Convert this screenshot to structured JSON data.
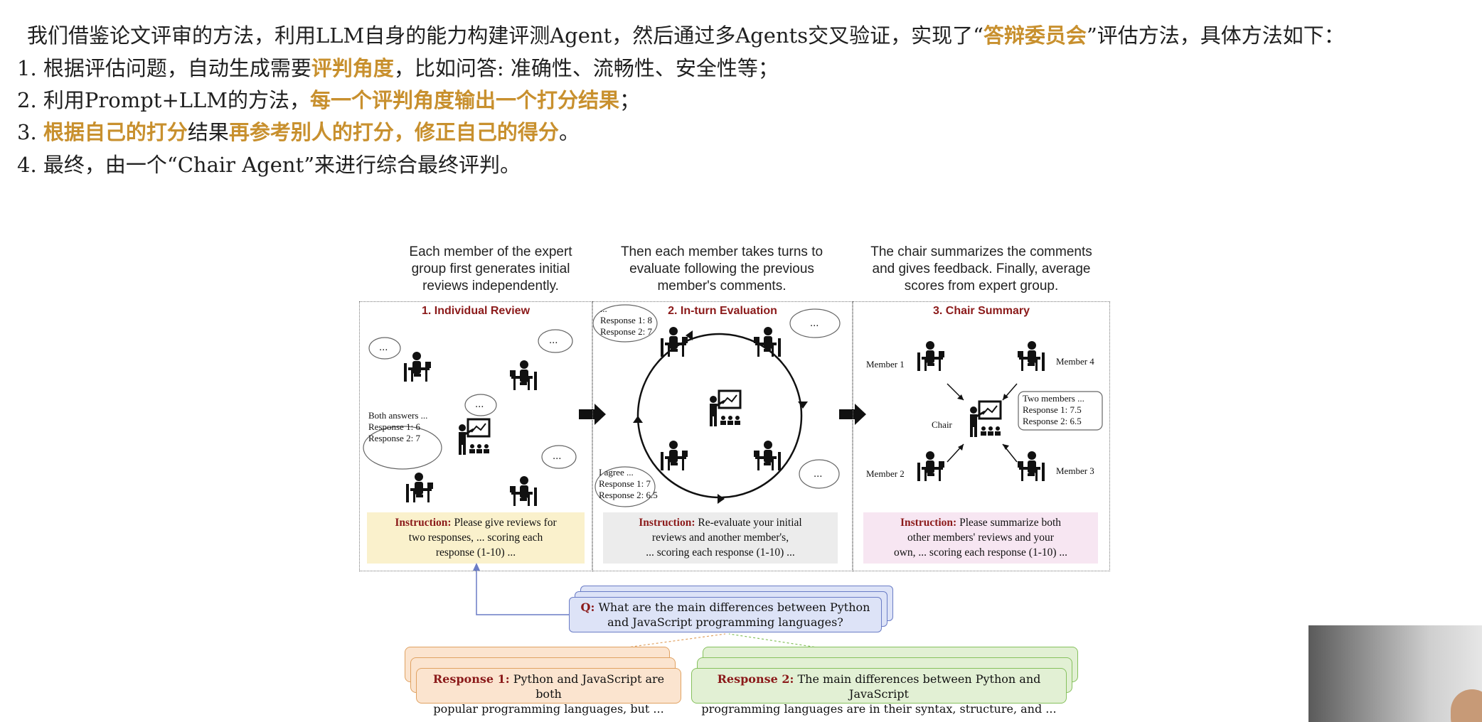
{
  "intro": {
    "line0": {
      "a": "我们借鉴论文评审的方法，利用LLM自身的能力构建评测Agent，然后通过多Agents交叉验证，实现了“",
      "b": "答辩委员会",
      "c": "”评估方法，具体方法如下："
    },
    "line1": {
      "a": "1. 根据评估问题，自动生成需要",
      "b": "评判角度",
      "c": "，比如问答: 准确性、流畅性、安全性等；"
    },
    "line2": {
      "a": "2. 利用Prompt+LLM的方法，",
      "b": "每一个评判角度输出一个打分结果",
      "c": "；"
    },
    "line3": {
      "a": "3. ",
      "b": "根据自己的打分",
      "c": "结果",
      "d": "再参考别人的打分，修正自己的得分",
      "e": "。"
    },
    "line4": {
      "a": "4. 最终，由一个“Chair Agent”来进行综合最终评判。"
    }
  },
  "captions": {
    "c1": [
      "Each member of the expert",
      "group first generates initial",
      "reviews independently."
    ],
    "c2": [
      "Then each member takes turns to",
      "evaluate following the previous",
      "member's comments."
    ],
    "c3": [
      "The chair summarizes the comments",
      "and gives feedback. Finally, average",
      "scores from expert group."
    ]
  },
  "panels": {
    "p1": {
      "title": "1. Individual Review",
      "bubble": "...",
      "answers": [
        "Both answers ...",
        "Response 1: 6",
        "Response 2: 7"
      ],
      "instruction_label": "Instruction:",
      "instruction": [
        "Please give reviews for",
        "two responses, ... scoring each",
        "response (1-10) ..."
      ]
    },
    "p2": {
      "title": "2. In-turn Evaluation",
      "top_note": [
        "...",
        "Response 1: 8",
        "Response 2: 7"
      ],
      "bottom_note": [
        "I agree ...",
        "Response 1: 7",
        "Response 2: 6.5"
      ],
      "bubble": "...",
      "instruction_label": "Instruction:",
      "instruction": [
        "Re-evaluate your initial",
        "reviews and another member's,",
        "... scoring each response (1-10) ..."
      ]
    },
    "p3": {
      "title": "3. Chair Summary",
      "members": {
        "m1": "Member 1",
        "m2": "Member 2",
        "m3": "Member 3",
        "m4": "Member 4",
        "chair": "Chair"
      },
      "chair_note": [
        "Two members ...",
        "Response 1: 7.5",
        "Response 2: 6.5"
      ],
      "instruction_label": "Instruction:",
      "instruction": [
        "Please summarize both",
        "other members' reviews and your",
        "own, ... scoring each response (1-10) ..."
      ]
    }
  },
  "question": {
    "label": "Q:",
    "text1": "What are the main differences between Python",
    "text2": "and JavaScript programming languages?"
  },
  "responses": {
    "r1": {
      "label": "Response 1:",
      "text1": "Python and JavaScript are both",
      "text2": "popular programming languages, but ..."
    },
    "r2": {
      "label": "Response 2:",
      "text1": "The main differences between Python and JavaScript",
      "text2": "programming languages are in their syntax, structure, and ..."
    }
  },
  "colors": {
    "highlight": "#c8902e",
    "instruction_label": "#8b1a1a",
    "panel_title": "#8b1a1a",
    "question_bg": "#dde3f7",
    "response1_bg": "#fbe4cf",
    "response2_bg": "#e2f0d4"
  }
}
